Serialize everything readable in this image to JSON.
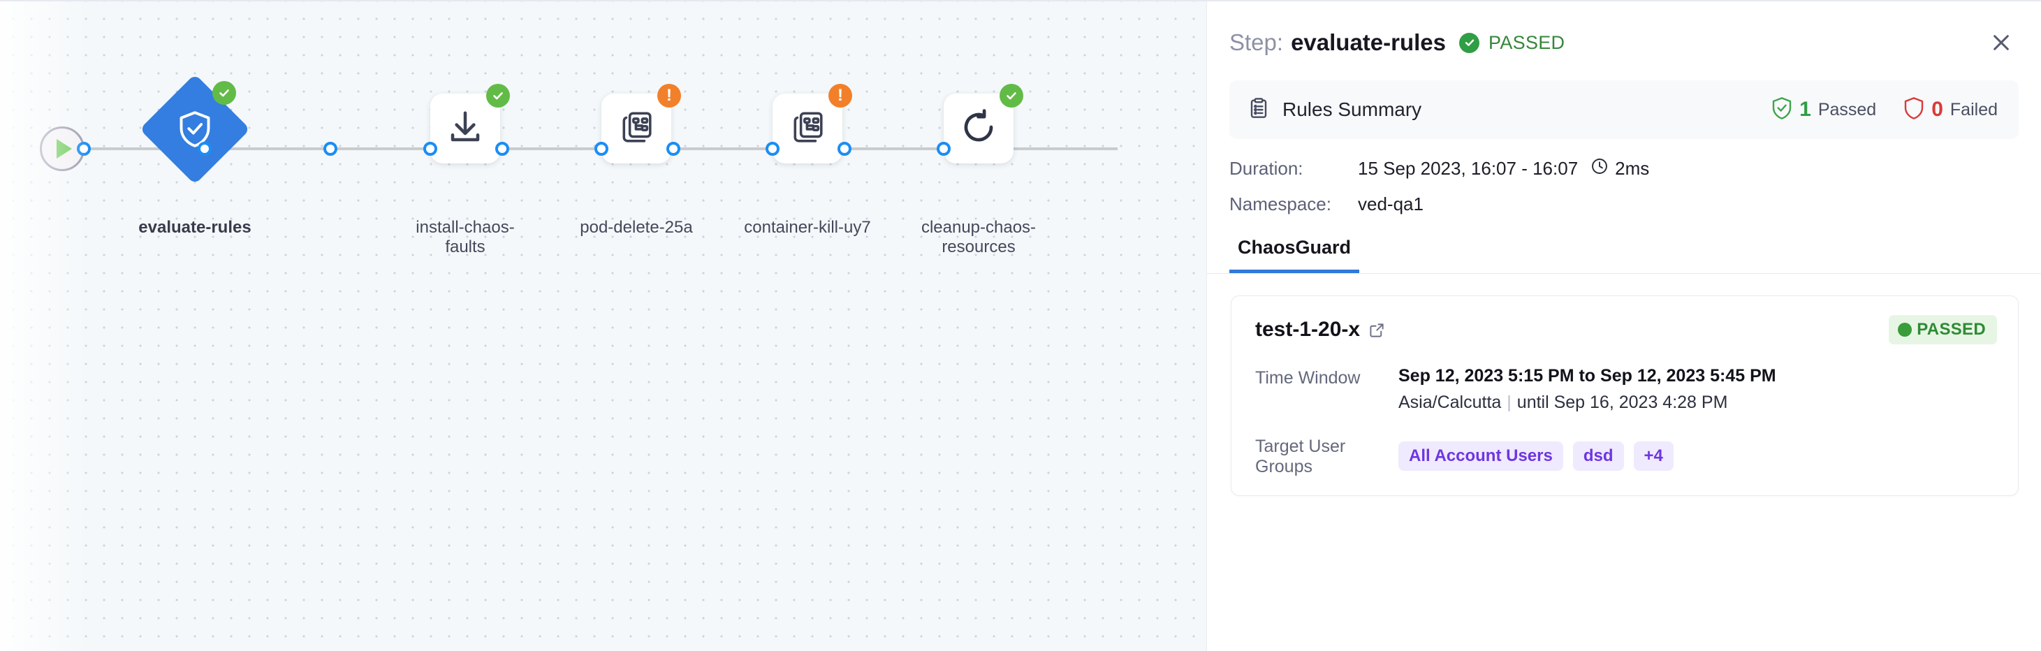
{
  "graph": {
    "start_node": {
      "icon": "play-icon"
    },
    "nodes": [
      {
        "label": "evaluate-rules",
        "icon": "shield-check-icon",
        "shape": "diamond",
        "status": "ok",
        "selected": true
      },
      {
        "label": "install-chaos-\nfaults",
        "icon": "download-icon",
        "shape": "square",
        "status": "ok",
        "selected": false
      },
      {
        "label": "pod-delete-25a",
        "icon": "chaos-fault-icon",
        "shape": "square",
        "status": "warn",
        "selected": false
      },
      {
        "label": "container-kill-uy7",
        "icon": "chaos-fault-icon",
        "shape": "square",
        "status": "warn",
        "selected": false
      },
      {
        "label": "cleanup-chaos-\nresources",
        "icon": "refresh-icon",
        "shape": "square",
        "status": "ok",
        "selected": false
      }
    ]
  },
  "panel": {
    "header": {
      "step_label": "Step:",
      "step_name": "evaluate-rules",
      "status": "PASSED",
      "status_icon": "check-circle-icon",
      "close_icon": "close-icon"
    },
    "rules_summary": {
      "icon": "clipboard-list-icon",
      "title": "Rules Summary",
      "passed_count": "1",
      "passed_label": "Passed",
      "passed_icon": "shield-check-icon",
      "failed_count": "0",
      "failed_label": "Failed",
      "failed_icon": "shield-icon"
    },
    "meta": {
      "duration_key": "Duration:",
      "duration_value": "15 Sep 2023, 16:07 - 16:07",
      "duration_clock_icon": "clock-icon",
      "duration_elapsed": "2ms",
      "namespace_key": "Namespace:",
      "namespace_value": "ved-qa1"
    },
    "tabs": [
      {
        "label": "ChaosGuard",
        "active": true
      }
    ],
    "test_card": {
      "name": "test-1-20-x",
      "external_link_icon": "external-link-icon",
      "status_badge": "PASSED",
      "time_window_key": "Time Window",
      "time_window_value": "Sep 12, 2023 5:15 PM to Sep 12, 2023 5:45 PM",
      "time_window_timezone": "Asia/Calcutta",
      "time_window_until": "until Sep 16, 2023 4:28 PM",
      "target_groups_key": "Target User Groups",
      "target_groups": [
        "All Account Users",
        "dsd",
        "+4"
      ]
    }
  },
  "colors": {
    "accent_blue": "#2f79d9",
    "node_blue": "#337ee0",
    "success_green": "#2f9e44",
    "warn_orange": "#f2802a",
    "fail_red": "#d93b39",
    "chip_purple": "#6d36e0",
    "canvas_bg": "#f4f8fa"
  }
}
